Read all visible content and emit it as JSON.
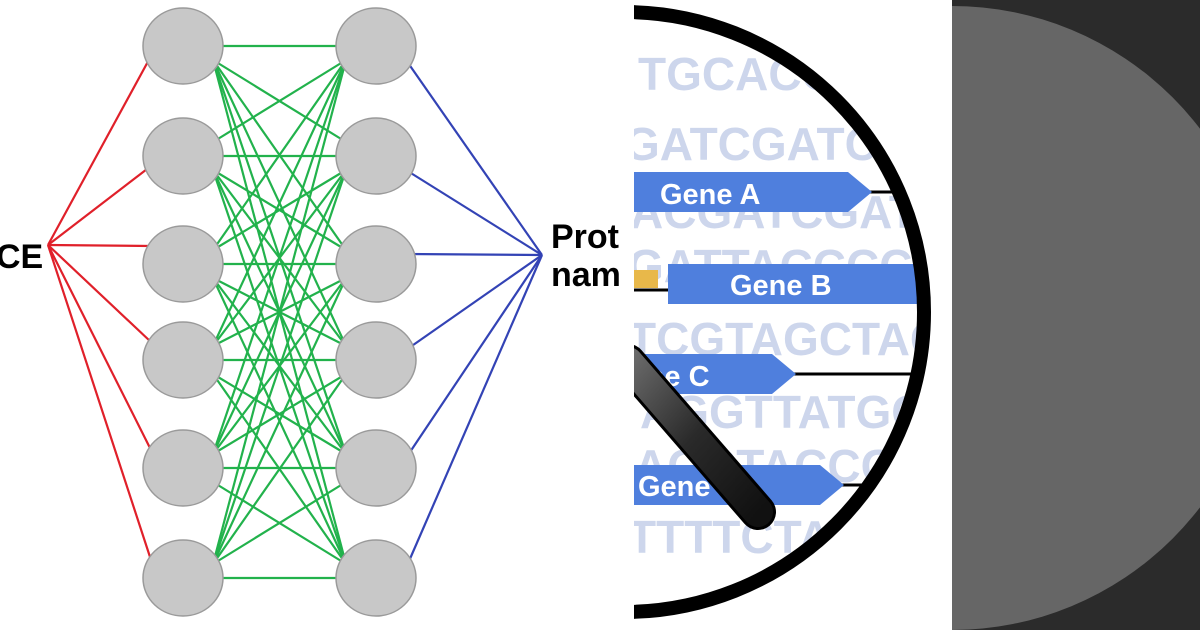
{
  "network": {
    "input_label": "CE",
    "output_label_line1": "Prot",
    "output_label_line2": "nam",
    "colors": {
      "node": "#c8c8c8",
      "node_stroke": "#9a9a9a",
      "input_edges": "#e0202a",
      "hidden_edges": "#22b24c",
      "output_edges": "#3343b5"
    }
  },
  "dna_view": {
    "background_sequences": [
      "TGCACGC",
      "GATCGATCGA",
      "ACGATCGATC",
      "GATTACCCCT",
      "TCGTAGCTAG",
      "AGGTTATGC",
      "AGCTACCCCT",
      "TTTTCTAG"
    ],
    "genes": [
      {
        "label": "Gene A"
      },
      {
        "label": "Gene B"
      },
      {
        "label": "Gene C"
      },
      {
        "label": "Gene D"
      }
    ],
    "colors": {
      "gene_fill": "#4f7fdd",
      "gene_text": "#ffffff",
      "sequence_text": "#cdd6ec",
      "lens_ring": "#000000",
      "promoter": "#e8b84a",
      "handle": "#2a2a2a"
    }
  },
  "right_panel": {
    "colors": {
      "background": "#2b2b2b",
      "disc": "#666666"
    }
  }
}
